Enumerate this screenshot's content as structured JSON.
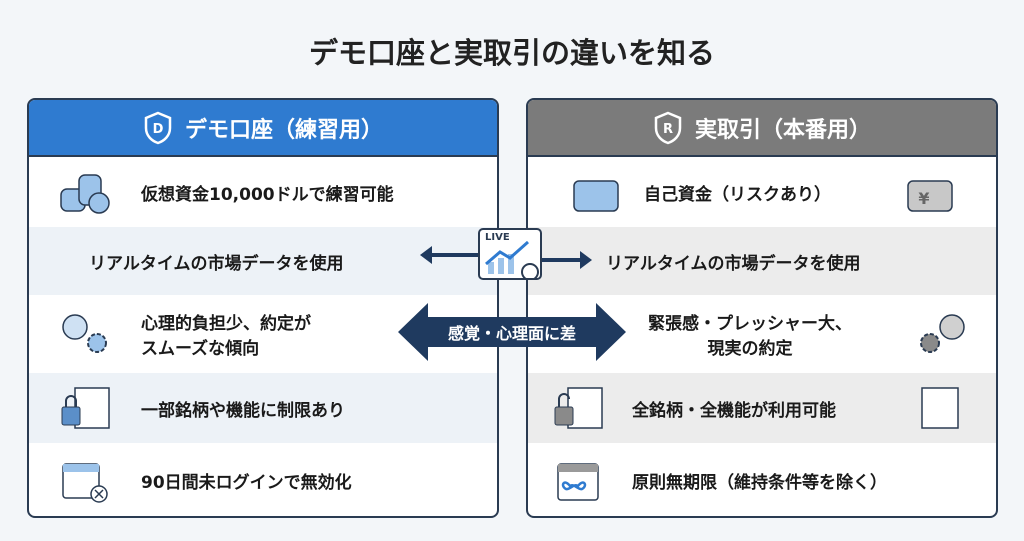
{
  "title": "デモ口座と実取引の違いを知る",
  "demo": {
    "badge": "D",
    "header": "デモ口座（練習用）",
    "rows": [
      "仮想資金10,000ドルで練習可能",
      "リアルタイムの市場データを使用",
      "心理的負担少、約定が",
      "スムーズな傾向",
      "一部銘柄や機能に制限あり",
      "90日間未ログインで無効化"
    ]
  },
  "real": {
    "badge": "R",
    "header": "実取引（本番用）",
    "rows": [
      "自己資金（リスクあり）",
      "リアルタイムの市場データを使用",
      "緊張感・プレッシャー大、",
      "現実の約定",
      "全銘柄・全機能が利用可能",
      "原則無期限（維持条件等を除く）"
    ],
    "yen": "¥"
  },
  "center": {
    "live": "LIVE",
    "diff": "感覚・心理面に差"
  },
  "colors": {
    "demo": "#2f7bd0",
    "real": "#7b7b7b",
    "navy": "#1f3a5f"
  }
}
